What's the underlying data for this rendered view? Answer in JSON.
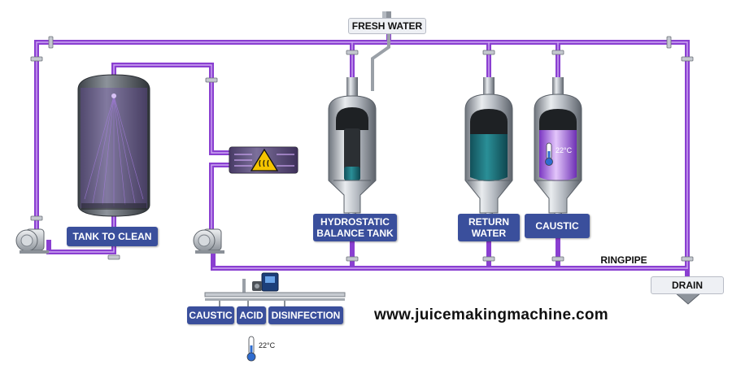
{
  "labels": {
    "fresh_water": "FRESH WATER",
    "tank_to_clean": "TANK TO CLEAN",
    "hydrostatic_line1": "HYDROSTATIC",
    "hydrostatic_line2": "BALANCE  TANK",
    "return_line1": "RETURN",
    "return_line2": "WATER",
    "caustic_tank": "CAUSTIC",
    "ringpipe": "RINGPIPE",
    "drain": "DRAIN",
    "chem_caustic": "CAUSTIC",
    "chem_acid": "ACID",
    "chem_disinfection": "DISINFECTION",
    "temp_bottom": "22°C",
    "temp_tank": "22°C"
  },
  "website": "www.juicemakingmachine.com",
  "colors": {
    "pipe": "#8a3fd1",
    "pipe_highlight": "#c9a3f0",
    "label_bg": "#3a4f9c",
    "return_liquid": "#1e6f78",
    "caustic_liquid": "#9b59d6",
    "steel": "#aab0b8"
  },
  "icons": {
    "heater": "heater-warning-icon",
    "thermometer": "thermometer-icon",
    "pump": "pump-icon",
    "dosing": "dosing-pump-icon"
  }
}
